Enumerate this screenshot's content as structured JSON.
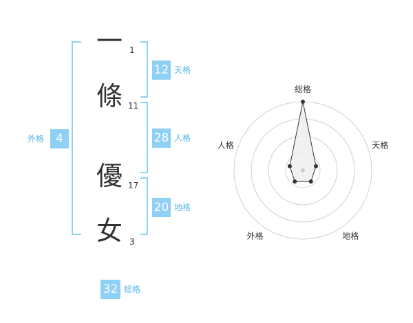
{
  "name": {
    "chars": [
      {
        "char": "一",
        "strokes": "1"
      },
      {
        "char": "條",
        "strokes": "11"
      },
      {
        "char": "優",
        "strokes": "17"
      },
      {
        "char": "女",
        "strokes": "3"
      }
    ]
  },
  "kaku": {
    "ten": {
      "value": "12",
      "label": "天格"
    },
    "jin": {
      "value": "28",
      "label": "人格"
    },
    "chi": {
      "value": "20",
      "label": "地格"
    },
    "gai": {
      "value": "4",
      "label": "外格"
    },
    "so": {
      "value": "32",
      "label": "総格"
    }
  },
  "chart_data": {
    "type": "radar",
    "axes": [
      "総格",
      "天格",
      "地格",
      "外格",
      "人格"
    ],
    "values": [
      5,
      1,
      1,
      1,
      1
    ],
    "rlim": [
      0,
      5
    ],
    "rings": 4
  }
}
